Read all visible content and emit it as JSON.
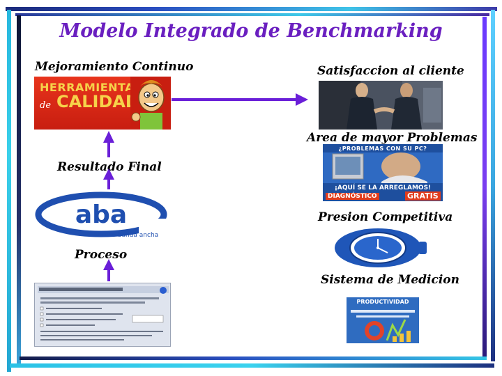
{
  "title": "Modelo Integrado de Benchmarking",
  "labels": {
    "mejoramiento": "Mejoramiento Continuo",
    "resultado": "Resultado Final",
    "proceso": "Proceso",
    "satisfaccion": "Satisfaccion al cliente",
    "area": "Area de mayor Problemas",
    "presion": "Presion Competitiva",
    "sistema": "Sistema de Medicion"
  },
  "images": {
    "herramientas_line1": "HERRAMIENTAS",
    "herramientas_de": "de",
    "herramientas_line2": "CALIDAD",
    "aba_logo_text": "aba",
    "aba_tagline": "acceso banda ancha",
    "problemas_top": "¿PROBLEMAS CON SU PC?",
    "problemas_mid": "¡AQUÍ SE LA ARREGLAMOS!",
    "problemas_diag": "DIAGNÓSTICO",
    "problemas_gratis": "GRATIS",
    "book_title": "PRODUCTIVIDAD"
  },
  "colors": {
    "title": "#6a1fc0",
    "arrow": "#6a1fd8"
  }
}
